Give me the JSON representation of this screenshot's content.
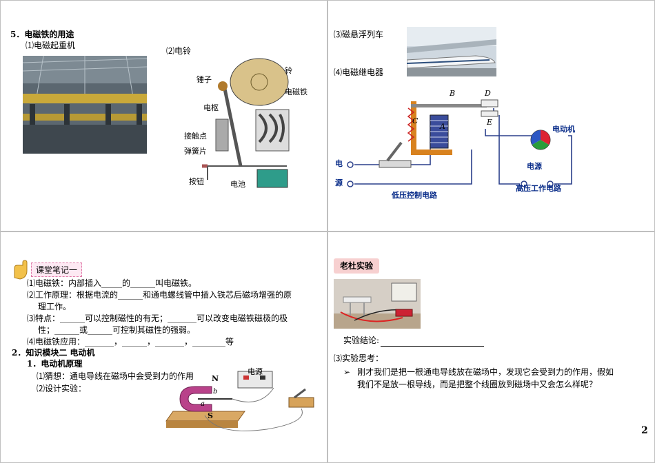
{
  "q1": {
    "heading": "5．电磁铁的用途",
    "item1": "⑴电磁起重机",
    "item2": "⑵电铃",
    "bell_labels": {
      "hammer": "锤子",
      "bell": "铃",
      "armature": "电枢",
      "electromagnet": "电磁铁",
      "contact": "接触点",
      "spring": "弹簧片",
      "button": "按钮",
      "battery": "电池"
    }
  },
  "q2": {
    "item3": "⑶磁悬浮列车",
    "item4": "⑷电磁继电器",
    "relay_labels": {
      "B": "B",
      "D": "D",
      "C": "C",
      "A": "A",
      "E": "E",
      "motor": "电动机",
      "power_left_1": "电",
      "power_left_2": "源",
      "power_right": "电源",
      "low_circuit": "低压控制电路",
      "high_circuit": "高压工作电路"
    }
  },
  "q3": {
    "badge": "课堂笔记一",
    "line1": "⑴电磁铁：内部插入_____的______叫电磁铁。",
    "line2": "⑵工作原理：根据电流的______和通电螺线管中插入铁芯后磁场增强的原",
    "line2b": "理工作。",
    "line3": "⑶特点：______可以控制磁性的有无；_______可以改变电磁铁磁极的极",
    "line3b": "性；______或______可控制其磁性的强弱。",
    "line4": "⑷电磁铁应用：_______，______，_______，________等",
    "sec2": "2．知识模块二   电动机",
    "sub1": "1．电动机原理",
    "guess": "⑴猜想：通电导线在磁场中会受到力的作用",
    "design": "⑵设计实验：",
    "exp_labels": {
      "N": "N",
      "S": "S",
      "b": "b",
      "a": "a",
      "power": "电源"
    }
  },
  "q4": {
    "badge": "老杜实验",
    "conclusion": "实验结论:",
    "think": "⑶实验思考：",
    "bullet": "➢",
    "question1": "刚才我们是把一根通电导线放在磁场中，发现它会受到力的作用，假如",
    "question2": "我们不是放一根导线，而是把整个线圈放到磁场中又会怎么样呢？",
    "page_number": "2"
  }
}
